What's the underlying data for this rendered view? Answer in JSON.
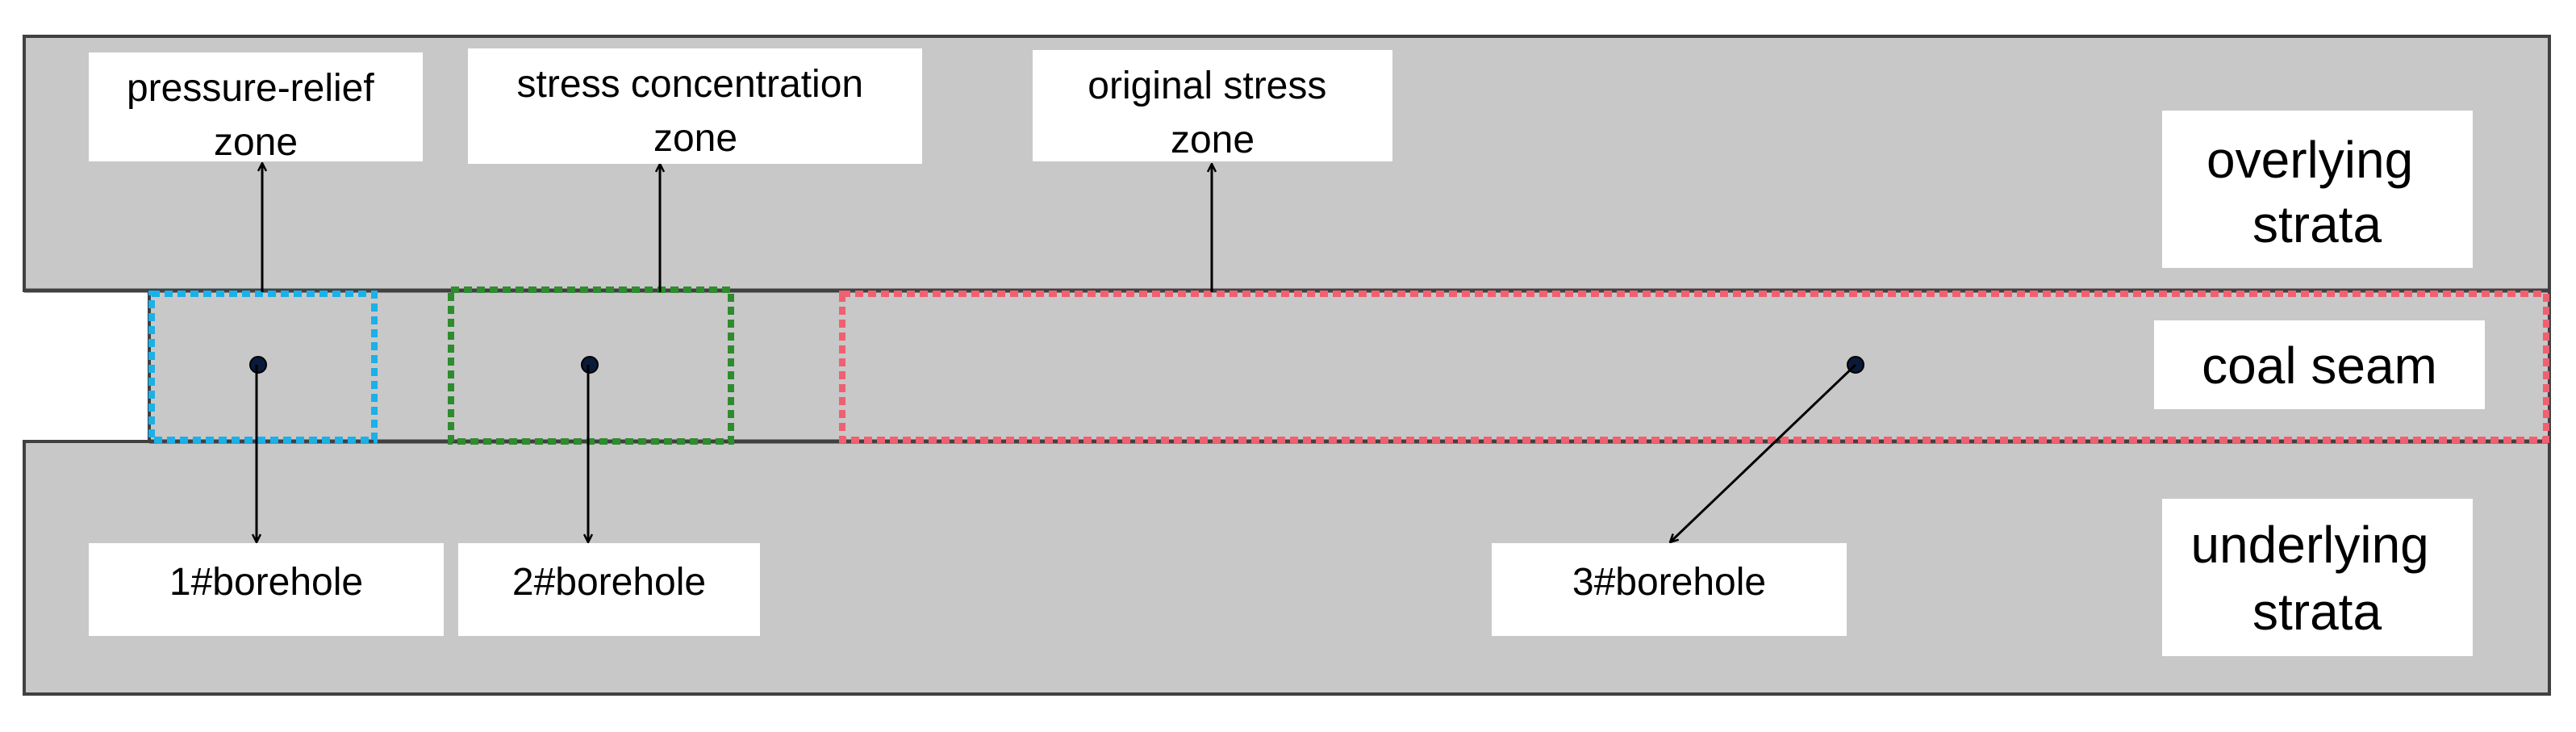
{
  "labels": {
    "pressure_relief_zone": [
      "pressure-relief",
      "zone"
    ],
    "stress_concentration_zone": [
      "stress concentration",
      "zone"
    ],
    "original_stress_zone": [
      "original stress",
      "zone"
    ],
    "overlying_strata": [
      "overlying",
      "strata"
    ],
    "coal_seam": "coal seam",
    "underlying_strata": [
      "underlying",
      "strata"
    ],
    "borehole_1": "1#borehole",
    "borehole_2": "2#borehole",
    "borehole_3": "3#borehole"
  },
  "colors": {
    "strata_fill": "#c8c8c8",
    "outline": "#404040",
    "pressure_relief_zone": "#1ab0e8",
    "stress_concentration_zone": "#2e8b2e",
    "original_stress_zone": "#f06070",
    "borehole_dot": "#0a1a3a"
  }
}
